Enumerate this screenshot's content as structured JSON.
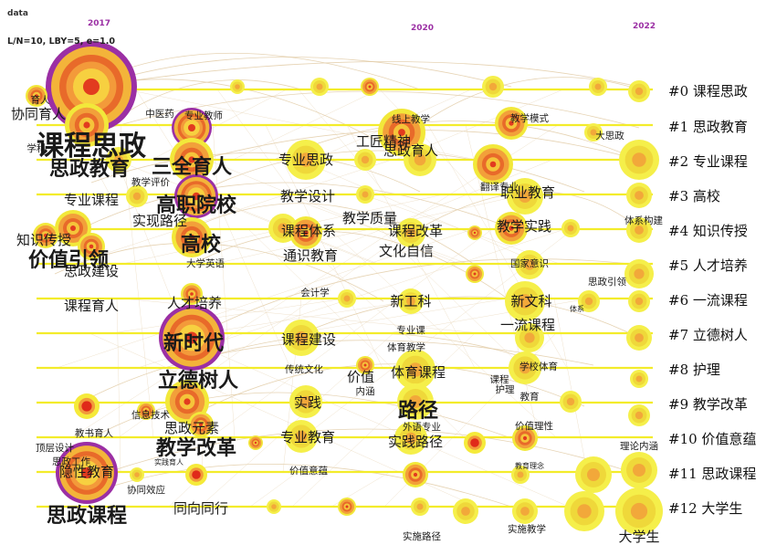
{
  "header": {
    "data_label": "data",
    "params": "L/N=10, LBY=5, e=1.0",
    "years": [
      "2017",
      "2020",
      "2022"
    ]
  },
  "colors": {
    "accent_purple": "#9b2fa4",
    "timeline_yellow": "#f3ec2a",
    "node_orange": "#f2a03a",
    "node_red": "#e23b1f",
    "link_tan": "#e0c8a0"
  },
  "clusters": [
    "#0 课程思政",
    "#1 思政教育",
    "#2 专业课程",
    "#3 高校",
    "#4 知识传授",
    "#5 人才培养",
    "#6 一流课程",
    "#7 立德树人",
    "#8 护理",
    "#9 教学改革",
    "#10 价值意蕴",
    "#11 思政课程",
    "#12 大学生"
  ],
  "keywords": [
    {
      "text": "课程思政",
      "size": "xl"
    },
    {
      "text": "思政教育",
      "size": "l"
    },
    {
      "text": "协同育人",
      "size": "m"
    },
    {
      "text": "专业课程",
      "size": "m"
    },
    {
      "text": "知识传授",
      "size": "m"
    },
    {
      "text": "价值引领",
      "size": "l"
    },
    {
      "text": "思政建设",
      "size": "m"
    },
    {
      "text": "课程育人",
      "size": "m"
    },
    {
      "text": "三全育人",
      "size": "l"
    },
    {
      "text": "高职院校",
      "size": "l"
    },
    {
      "text": "高校",
      "size": "l"
    },
    {
      "text": "人才培养",
      "size": "m"
    },
    {
      "text": "新时代",
      "size": "l"
    },
    {
      "text": "立德树人",
      "size": "l"
    },
    {
      "text": "思政元素",
      "size": "m"
    },
    {
      "text": "教学改革",
      "size": "l"
    },
    {
      "text": "隐性教育",
      "size": "m"
    },
    {
      "text": "思政课程",
      "size": "l"
    },
    {
      "text": "同向同行",
      "size": "m"
    },
    {
      "text": "协同效应",
      "size": "s"
    },
    {
      "text": "专业思政",
      "size": "m"
    },
    {
      "text": "教学设计",
      "size": "m"
    },
    {
      "text": "课程体系",
      "size": "m"
    },
    {
      "text": "通识教育",
      "size": "m"
    },
    {
      "text": "课程建设",
      "size": "m"
    },
    {
      "text": "传统文化",
      "size": "s"
    },
    {
      "text": "实践",
      "size": "m"
    },
    {
      "text": "专业教育",
      "size": "m"
    },
    {
      "text": "价值意蕴",
      "size": "s"
    },
    {
      "text": "工匠精神",
      "size": "m"
    },
    {
      "text": "思政育人",
      "size": "m"
    },
    {
      "text": "课程改革",
      "size": "m"
    },
    {
      "text": "文化自信",
      "size": "m"
    },
    {
      "text": "新工科",
      "size": "m"
    },
    {
      "text": "体育课程",
      "size": "m"
    },
    {
      "text": "路径",
      "size": "l"
    },
    {
      "text": "实践路径",
      "size": "m"
    },
    {
      "text": "教学质量",
      "size": "m"
    },
    {
      "text": "教学模式",
      "size": "s"
    },
    {
      "text": "职业教育",
      "size": "m"
    },
    {
      "text": "教学实践",
      "size": "m"
    },
    {
      "text": "国家意识",
      "size": "s"
    },
    {
      "text": "新文科",
      "size": "m"
    },
    {
      "text": "一流课程",
      "size": "m"
    },
    {
      "text": "学校体育",
      "size": "s"
    },
    {
      "text": "价值理性",
      "size": "s"
    },
    {
      "text": "教育理念",
      "size": "xs"
    },
    {
      "text": "实施路径",
      "size": "s"
    },
    {
      "text": "实施教学",
      "size": "s"
    },
    {
      "text": "大思政",
      "size": "s"
    },
    {
      "text": "体系构建",
      "size": "s"
    },
    {
      "text": "思政引领",
      "size": "s"
    },
    {
      "text": "理论内涵",
      "size": "s"
    },
    {
      "text": "大学生",
      "size": "m"
    },
    {
      "text": "中医药",
      "size": "s"
    },
    {
      "text": "专业教师",
      "size": "s"
    },
    {
      "text": "教学评价",
      "size": "s"
    },
    {
      "text": "实现路径",
      "size": "m"
    },
    {
      "text": "大学英语",
      "size": "s"
    },
    {
      "text": "会计学",
      "size": "s"
    },
    {
      "text": "体育教学",
      "size": "s"
    },
    {
      "text": "价值",
      "size": "m"
    },
    {
      "text": "内涵",
      "size": "s"
    },
    {
      "text": "外语专业",
      "size": "s"
    },
    {
      "text": "教书育人",
      "size": "s"
    },
    {
      "text": "信息技术",
      "size": "s"
    },
    {
      "text": "顶层设计",
      "size": "s"
    },
    {
      "text": "思政工作",
      "size": "s"
    },
    {
      "text": "实践育人",
      "size": "xs"
    },
    {
      "text": "线上教学",
      "size": "s"
    },
    {
      "text": "翻译专业",
      "size": "s"
    },
    {
      "text": "护理",
      "size": "s"
    },
    {
      "text": "教育",
      "size": "s"
    },
    {
      "text": "专业课",
      "size": "s"
    },
    {
      "text": "学科",
      "size": "s"
    },
    {
      "text": "育人",
      "size": "s"
    },
    {
      "text": "体系",
      "size": "xs"
    },
    {
      "text": "课程",
      "size": "s"
    }
  ]
}
